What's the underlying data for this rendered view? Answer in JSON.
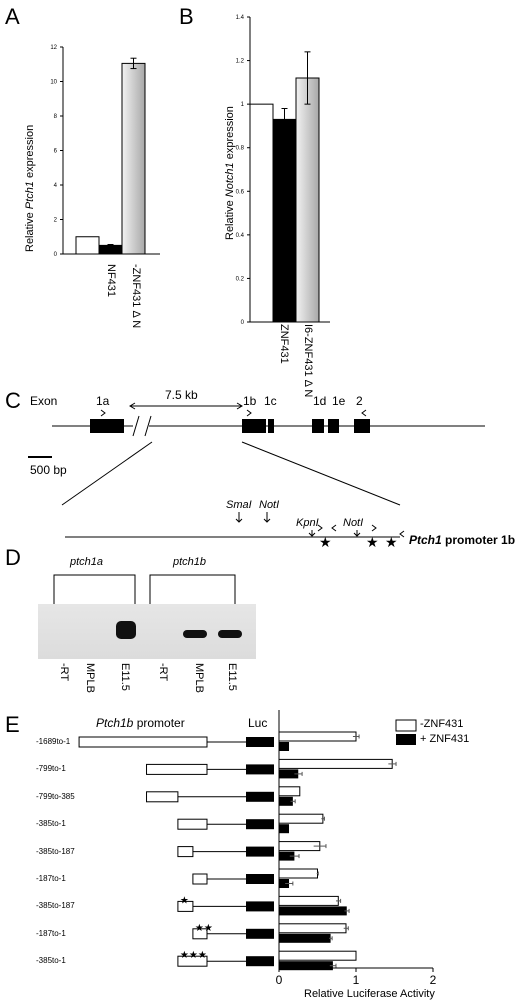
{
  "panels": {
    "A": "A",
    "B": "B",
    "C": "C",
    "D": "D",
    "E": "E"
  },
  "panelA": {
    "ylabel_pre": "Relative ",
    "ylabel_italic": "Ptch1",
    "ylabel_post": " expression",
    "categories": [
      "NF431",
      "-ZNF431 Δ N"
    ]
  },
  "panelB": {
    "ylabel_pre": "Relative ",
    "ylabel_italic": "Notch1",
    "ylabel_post": " expression",
    "categories": [
      "ZNF431",
      "I6-ZNF431 Δ N"
    ]
  },
  "panelC": {
    "exon_label": "Exon",
    "exons": [
      "1a",
      "1b",
      "1c",
      "1d",
      "1e",
      "2"
    ],
    "distance": "7.5 kb",
    "scale": "500 bp",
    "sites": [
      "SmaI",
      "NotI",
      "KpnI",
      "NotI"
    ],
    "promoter_italic": "Ptch1",
    "promoter_rest": " promoter 1b"
  },
  "panelD": {
    "groups": [
      "ptch1a",
      "ptch1b"
    ],
    "lanes": [
      "-RT",
      "MPLB",
      "E11.5",
      "-RT",
      "MPLB",
      "E11.5"
    ]
  },
  "panelE": {
    "header_italic": "Ptch1b",
    "header_rest": " promoter",
    "luc": "Luc",
    "constructs": [
      "-1689to-1",
      "-799to-1",
      "-799to-385",
      "-385to-1",
      "-385to-187",
      "-187to-1",
      "-385to-187",
      "-187to-1",
      "-385to-1"
    ],
    "legend": [
      "-ZNF431",
      "+ ZNF431"
    ],
    "xlabel": "Relative Luciferase Activity"
  },
  "chart_data": [
    {
      "type": "bar",
      "panel": "A",
      "ylabel": "Relative Ptch1 expression",
      "categories": [
        "",
        "NF431",
        "-ZNF431 Δ N"
      ],
      "values": [
        1.0,
        0.5,
        11.05
      ],
      "errors": [
        0,
        0.05,
        0.3
      ],
      "ylim": [
        0,
        12
      ],
      "yticks": [
        "0",
        "2",
        "4",
        "6",
        "8",
        "10",
        "12"
      ],
      "colors": [
        "#ffffff",
        "#000000",
        "#cccccc"
      ]
    },
    {
      "type": "bar",
      "panel": "B",
      "ylabel": "Relative Notch1 expression",
      "categories": [
        "",
        "ZNF431",
        "I6-ZNF431 Δ N"
      ],
      "values": [
        1.0,
        0.93,
        1.12
      ],
      "errors": [
        0,
        0.05,
        0.12
      ],
      "ylim": [
        0,
        1.4
      ],
      "yticks": [
        "0",
        "0.2",
        "0.4",
        "0.6",
        "0.8",
        "1",
        "1.2",
        "1.4"
      ],
      "colors": [
        "#ffffff",
        "#000000",
        "#cccccc"
      ]
    },
    {
      "type": "bar",
      "panel": "E",
      "orientation": "horizontal",
      "xlabel": "Relative Luciferase Activity",
      "categories": [
        "-1689to-1",
        "-799to-1",
        "-799to-385",
        "-385to-1",
        "-385to-187",
        "-187to-1",
        "-385to-187",
        "-187to-1",
        "-385to-1"
      ],
      "series": [
        {
          "name": "-ZNF431",
          "values": [
            1.0,
            1.47,
            0.27,
            0.57,
            0.53,
            0.5,
            0.77,
            0.87,
            1.0
          ],
          "errors": [
            0.04,
            0.05,
            0,
            0.02,
            0.08,
            0.01,
            0.03,
            0.03,
            0
          ]
        },
        {
          "name": "+ ZNF431",
          "values": [
            0.13,
            0.25,
            0.18,
            0.13,
            0.2,
            0.13,
            0.88,
            0.67,
            0.7
          ],
          "errors": [
            0,
            0.05,
            0.03,
            0,
            0.06,
            0.05,
            0.03,
            0.02,
            0.04
          ]
        }
      ],
      "xlim": [
        0,
        2
      ],
      "xticks": [
        "0",
        "1",
        "2"
      ]
    }
  ]
}
